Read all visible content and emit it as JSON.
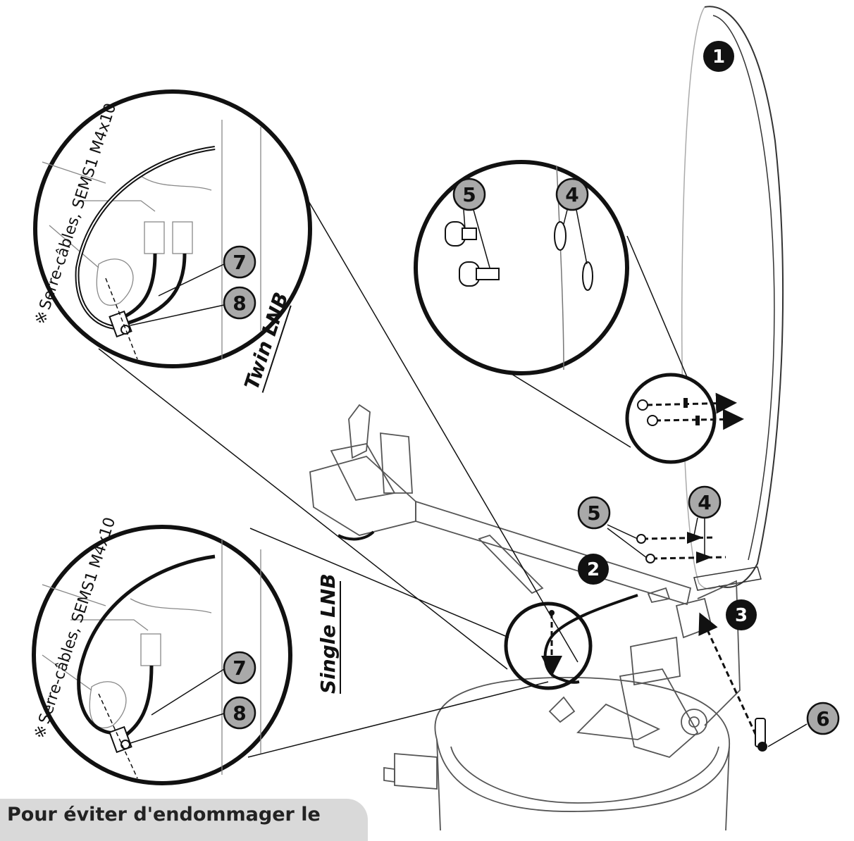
{
  "callouts": {
    "c1": "1",
    "c2": "2",
    "c3": "3",
    "c4a": "4",
    "c4b": "4",
    "c5a": "5",
    "c5b": "5",
    "c6": "6",
    "c7a": "7",
    "c8a": "8",
    "c7b": "7",
    "c8b": "8"
  },
  "labels": {
    "twin_lnb": "Twin LNB",
    "single_lnb": "Single LNB",
    "fastener_top": "Serre-câbles, SEMS1 M4x10",
    "fastener_bottom": "Serre-câbles, SEMS1 M4x10",
    "asterisk": "※"
  },
  "note": {
    "text": "Pour éviter d'endommager le"
  },
  "colors": {
    "ink": "#111111",
    "callout_grey": "#a9a9a9",
    "note_bg": "#d9d9d9"
  }
}
